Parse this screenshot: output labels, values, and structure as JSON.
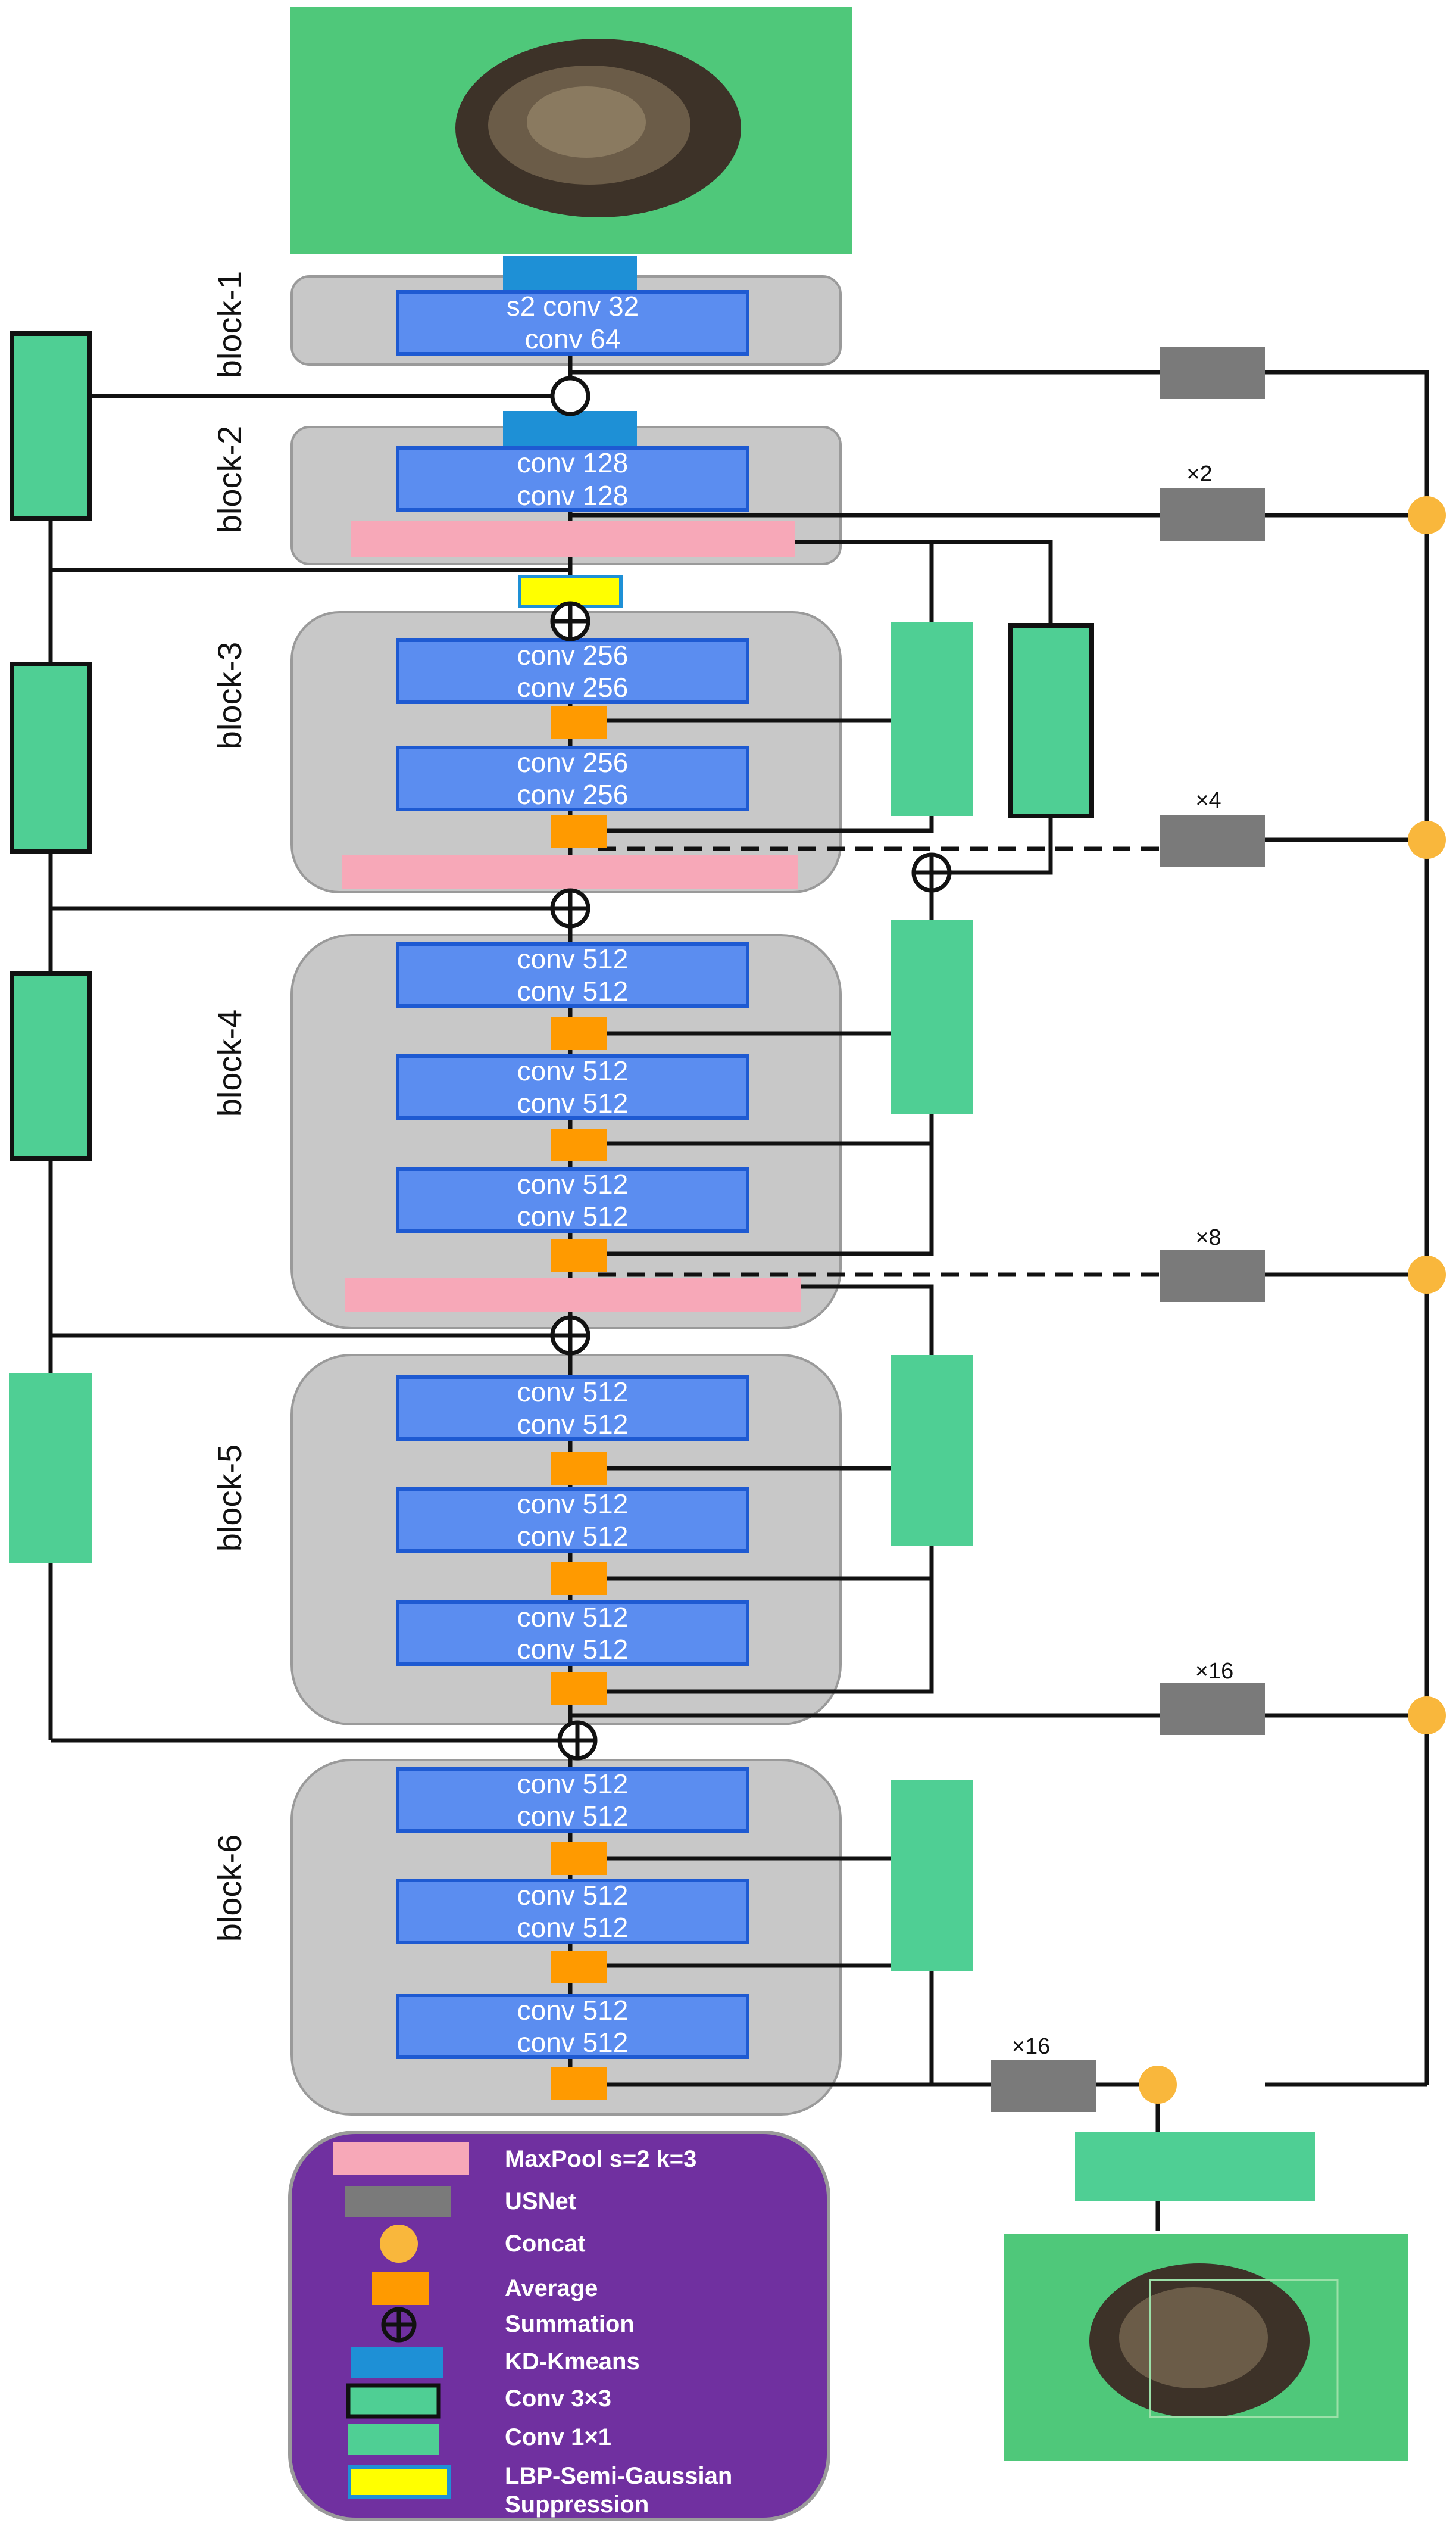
{
  "blocks": [
    {
      "label": "block-1",
      "convs": [
        [
          "s2 conv 32",
          "conv 64"
        ]
      ]
    },
    {
      "label": "block-2",
      "convs": [
        [
          "conv 128",
          "conv 128"
        ]
      ]
    },
    {
      "label": "block-3",
      "convs": [
        [
          "conv 256",
          "conv 256"
        ],
        [
          "conv 256",
          "conv 256"
        ]
      ]
    },
    {
      "label": "block-4",
      "convs": [
        [
          "conv 512",
          "conv 512"
        ],
        [
          "conv 512",
          "conv 512"
        ],
        [
          "conv 512",
          "conv 512"
        ]
      ]
    },
    {
      "label": "block-5",
      "convs": [
        [
          "conv 512",
          "conv 512"
        ],
        [
          "conv 512",
          "conv 512"
        ],
        [
          "conv 512",
          "conv 512"
        ]
      ]
    },
    {
      "label": "block-6",
      "convs": [
        [
          "conv 512",
          "conv 512"
        ],
        [
          "conv 512",
          "conv 512"
        ],
        [
          "conv 512",
          "conv 512"
        ]
      ]
    }
  ],
  "usnet_multipliers": [
    "×2",
    "×4",
    "×8",
    "×16",
    "×16"
  ],
  "legend": [
    {
      "label": "MaxPool  s=2 k=3",
      "swatch": "maxpool"
    },
    {
      "label": "USNet",
      "swatch": "usnet"
    },
    {
      "label": "Concat",
      "swatch": "concat"
    },
    {
      "label": "Average",
      "swatch": "average"
    },
    {
      "label": "Summation",
      "swatch": "summation"
    },
    {
      "label": "KD-Kmeans",
      "swatch": "kdkmeans"
    },
    {
      "label": "Conv 3×3",
      "swatch": "conv3"
    },
    {
      "label": "Conv 1×1",
      "swatch": "conv1"
    },
    {
      "label": "LBP-Semi-Gaussian Suppression",
      "swatch": "lbp"
    }
  ],
  "colors": {
    "block_bg": "#c8c8c8",
    "conv_fill": "#5b8df0",
    "conv_border": "#1e5ad2",
    "maxpool": "#f7a8b8",
    "usnet": "#7a7a7a",
    "concat": "#f9b73c",
    "average": "#ff9a00",
    "kdkmeans": "#1e90d6",
    "conv_green": "#4fcf94",
    "lbp": "#ffff00",
    "legend_bg": "#7030a0",
    "image_bg": "#4fc87a"
  }
}
